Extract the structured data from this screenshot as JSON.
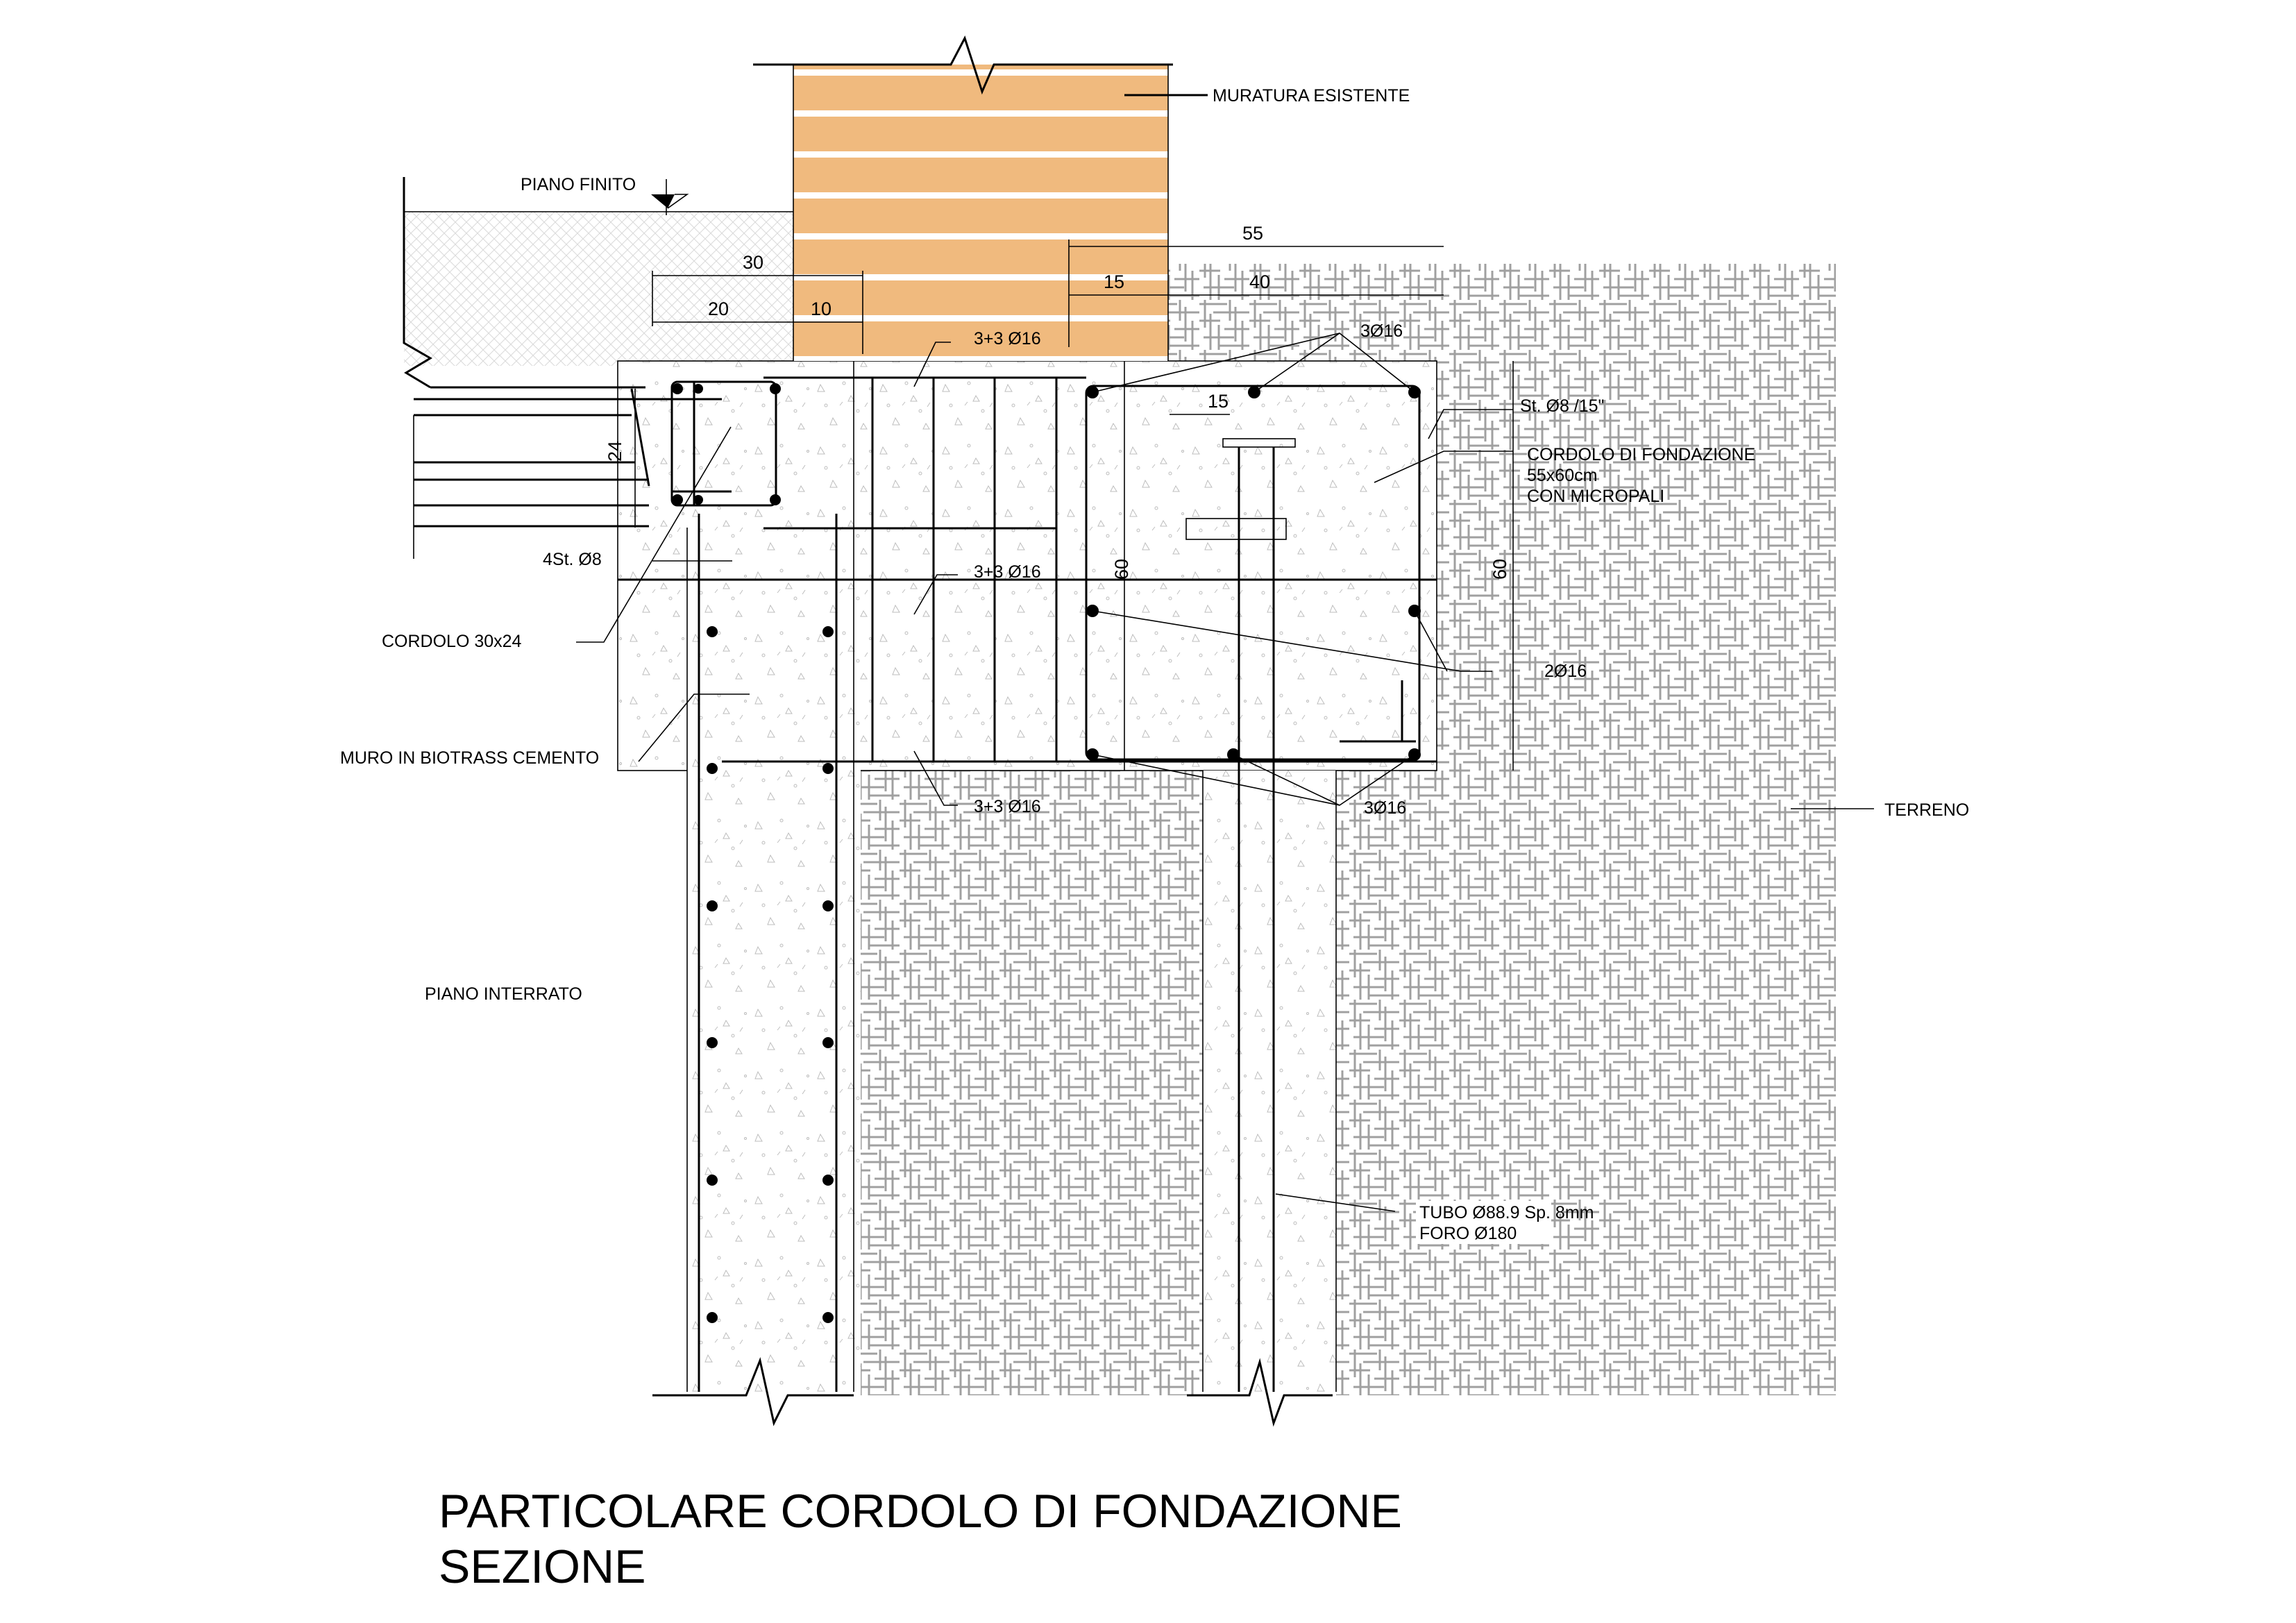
{
  "title": {
    "line1": "PARTICOLARE CORDOLO DI FONDAZIONE",
    "line2": "SEZIONE"
  },
  "labels": {
    "muratura": "MURATURA ESISTENTE",
    "piano_finito": "PIANO FINITO",
    "rebar_top_mid": "3+3 Ø16",
    "rebar_top_right": "3Ø16",
    "stirrup": "St. Ø8 /15\"",
    "cordolo_fondazione_1": "CORDOLO DI FONDAZIONE",
    "cordolo_fondazione_2": "55x60cm",
    "cordolo_fondazione_3": "CON MICROPALI",
    "stirrups_small": "4St. Ø8",
    "rebar_mid": "3+3 Ø16",
    "cordolo_small": "CORDOLO 30x24",
    "rebar_side": "2Ø16",
    "muro": "MURO IN BIOTRASS CEMENTO",
    "rebar_bottom_mid": "3+3 Ø16",
    "rebar_bottom_right": "3Ø16",
    "terreno": "TERRENO",
    "piano_interrato": "PIANO INTERRATO",
    "tubo_1": "TUBO Ø88.9 Sp. 8mm",
    "tubo_2": "FORO Ø180"
  },
  "dimensions": {
    "d55": "55",
    "d30": "30",
    "d15_top": "15",
    "d40": "40",
    "d20": "20",
    "d10": "10",
    "d15_inner": "15",
    "d24": "24",
    "d60_inner": "60",
    "d60_outer": "60"
  },
  "colors": {
    "brick": "#F0BA7E",
    "hatch": "#A0A0A0",
    "line": "#000000"
  }
}
